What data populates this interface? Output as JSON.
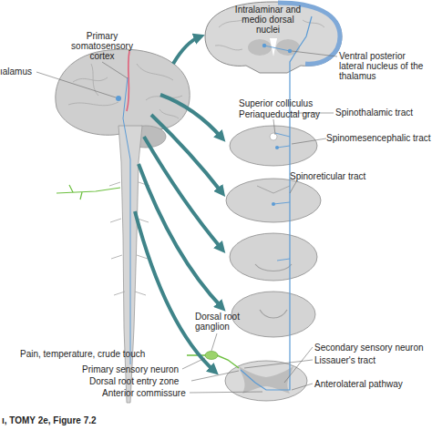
{
  "diagram": {
    "caption": "ı, TOMY 2e, Figure 7.2",
    "labels": [
      "Primary somatosensory cortex",
      "ıalamus",
      "Intralaminar and medio dorsal nuclei",
      "Ventral posterior lateral nucleus of the thalamus",
      "Superior colliculus",
      "Periaqueductal gray",
      "Spinothalamic tract",
      "Spinomesencephalic tract",
      "Spinoreticular tract",
      "Dorsal root ganglion",
      "Pain, temperature, crude touch",
      "Primary sensory neuron",
      "Dorsal root entry zone",
      "Anterior commissure",
      "Secondary sensory neuron",
      "Lissauer's tract",
      "Anterolateral pathway"
    ]
  }
}
